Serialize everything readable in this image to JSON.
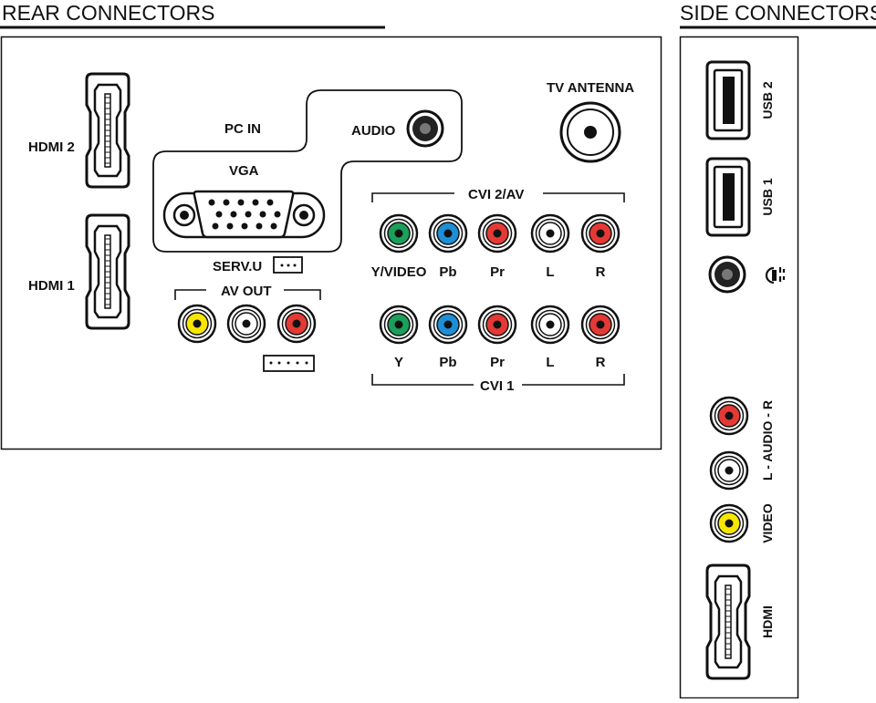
{
  "rear": {
    "title": "REAR CONNECTORS",
    "hdmi2": "HDMI 2",
    "hdmi1": "HDMI 1",
    "pc_in": "PC IN",
    "audio": "AUDIO",
    "vga": "VGA",
    "tv_antenna": "TV ANTENNA",
    "serv_u": "SERV.U",
    "av_out": {
      "label": "AV OUT",
      "jacks": [
        {
          "color": "#f7e600"
        },
        {
          "color": "#ffffff"
        },
        {
          "color": "#e53935"
        }
      ]
    },
    "cvi2": {
      "label": "CVI 2/AV",
      "jacks": [
        {
          "label": "Y/VIDEO",
          "color": "#1aa05a"
        },
        {
          "label": "Pb",
          "color": "#1e8fd6"
        },
        {
          "label": "Pr",
          "color": "#e53935"
        },
        {
          "label": "L",
          "color": "#ffffff"
        },
        {
          "label": "R",
          "color": "#e53935"
        }
      ]
    },
    "cvi1": {
      "label": "CVI 1",
      "jacks": [
        {
          "label": "Y",
          "color": "#1aa05a"
        },
        {
          "label": "Pb",
          "color": "#1e8fd6"
        },
        {
          "label": "Pr",
          "color": "#e53935"
        },
        {
          "label": "L",
          "color": "#ffffff"
        },
        {
          "label": "R",
          "color": "#e53935"
        }
      ]
    }
  },
  "side": {
    "title": "SIDE CONNECTORS",
    "usb2": "USB 2",
    "usb1": "USB 1",
    "headphone_icon": "headphone-icon",
    "audio_lr": "L - AUDIO - R",
    "video": "VIDEO",
    "hdmi": "HDMI",
    "jacks": [
      {
        "color": "#e53935"
      },
      {
        "color": "#ffffff"
      },
      {
        "color": "#f7e600"
      }
    ]
  },
  "colors": {
    "line": "#111111",
    "jack_ring": "#222222"
  }
}
